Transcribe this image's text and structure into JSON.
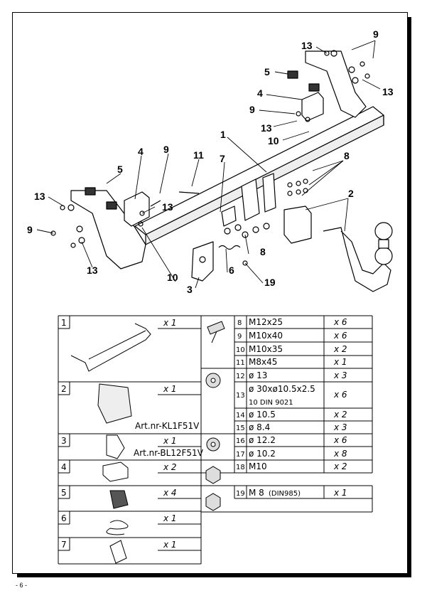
{
  "page_number": "- 6 -",
  "callouts": {
    "c13_top": "13",
    "c9_top": "9",
    "c5_top": "5",
    "c13_topright": "13",
    "c4_top": "4",
    "c9_mid": "9",
    "c13_mid": "13",
    "c10_top": "10",
    "c1": "1",
    "c8_right": "8",
    "c11": "11",
    "c9_left": "9",
    "c4_left": "4",
    "c5_left": "5",
    "c7": "7",
    "c2": "2",
    "c13_left": "13",
    "c13_leftmid": "13",
    "c9_far": "9",
    "c8_mid": "8",
    "c13_bot": "13",
    "c10_bot": "10",
    "c6": "6",
    "c19": "19",
    "c3": "3"
  },
  "parts_left": [
    {
      "no": "1",
      "qty": "x 1",
      "art": ""
    },
    {
      "no": "2",
      "qty": "x 1",
      "art": "Art.nr-KL1F51V"
    },
    {
      "no": "3",
      "qty": "x 1",
      "art": "Art.nr-BL12F51V"
    },
    {
      "no": "4",
      "qty": "x 2",
      "art": ""
    },
    {
      "no": "5",
      "qty": "x 4",
      "art": ""
    },
    {
      "no": "6",
      "qty": "x 1",
      "art": ""
    },
    {
      "no": "7",
      "qty": "x 1",
      "art": ""
    }
  ],
  "parts_right": [
    {
      "no": "8",
      "desc": "M12x25",
      "qty": "x 6"
    },
    {
      "no": "9",
      "desc": "M10x40",
      "qty": "x 6"
    },
    {
      "no": "10",
      "desc": "M10x35",
      "qty": "x 2"
    },
    {
      "no": "11",
      "desc": "M8x45",
      "qty": "x 1"
    },
    {
      "no": "12",
      "desc": "ø 13",
      "qty": "x 3"
    },
    {
      "no": "13",
      "desc": "ø 30xø10.5x2.5",
      "desc2": "10     DIN  9021",
      "qty": "x 6"
    },
    {
      "no": "14",
      "desc": "ø 10.5",
      "qty": "x 2"
    },
    {
      "no": "15",
      "desc": "ø 8.4",
      "qty": "x 3"
    },
    {
      "no": "16",
      "desc": "ø 12.2",
      "qty": "x 6"
    },
    {
      "no": "17",
      "desc": "ø 10.2",
      "qty": "x 8"
    },
    {
      "no": "18",
      "desc": "M10",
      "qty": "x 2"
    },
    {
      "no": "19",
      "desc": "M 8",
      "desc_small": "(DIN985)",
      "qty": "x 1"
    }
  ]
}
